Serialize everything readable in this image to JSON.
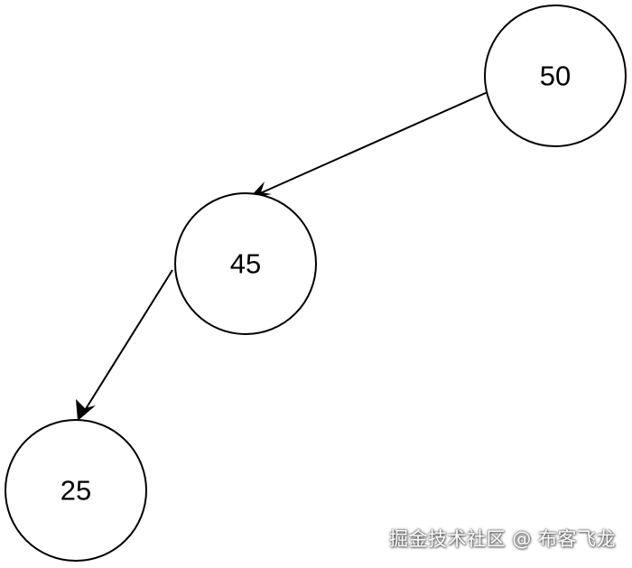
{
  "tree": {
    "nodes": [
      {
        "id": "n50",
        "label": "50"
      },
      {
        "id": "n45",
        "label": "45"
      },
      {
        "id": "n25",
        "label": "25"
      }
    ],
    "edges": [
      {
        "from": "50",
        "to": "45"
      },
      {
        "from": "45",
        "to": "25"
      }
    ]
  },
  "watermark": {
    "text": "掘金技术社区 @ 布客飞龙"
  },
  "colors": {
    "stroke": "#000000",
    "fill": "#ffffff",
    "text": "#000000"
  }
}
